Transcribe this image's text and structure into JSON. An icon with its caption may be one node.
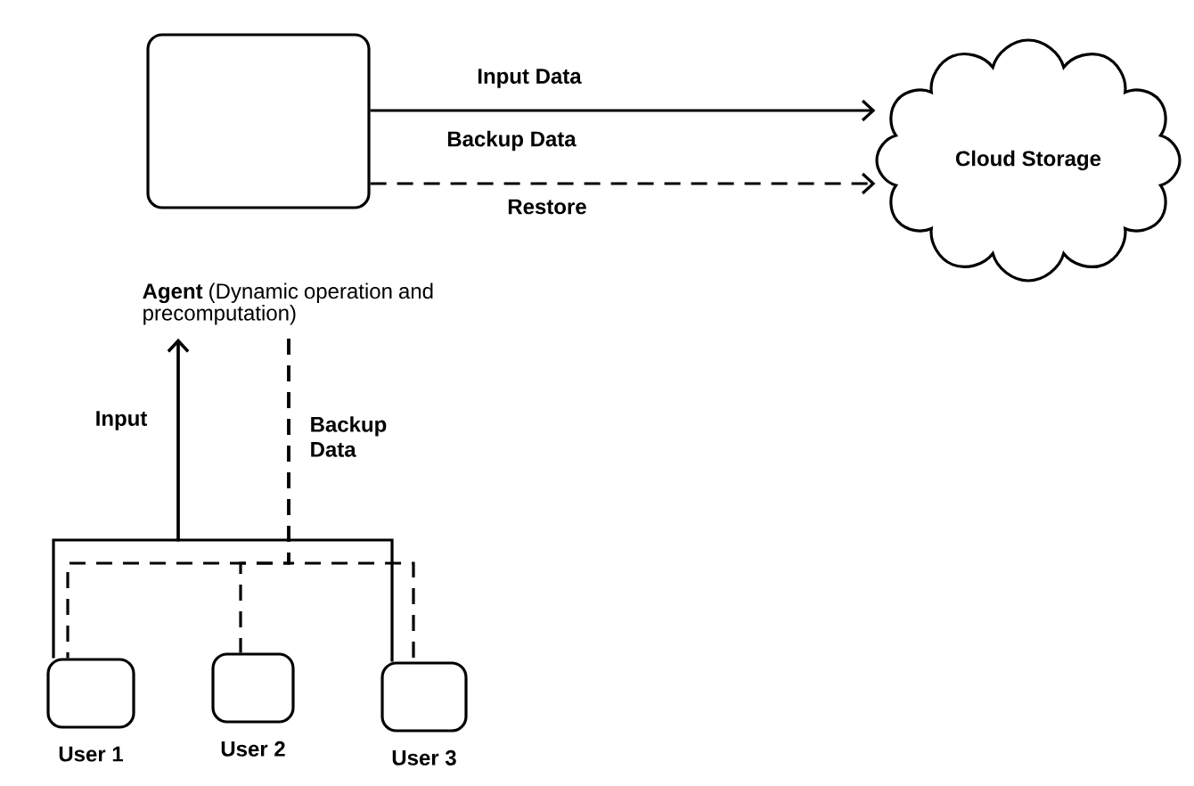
{
  "diagram": {
    "nodes": [
      {
        "text": [],
        "shape": "box"
      },
      {
        "text": [
          "Cloud Storage"
        ]
      },
      {
        "text": [
          "**Agent** (Dynamic operation and precomputation)"
        ]
      },
      {
        "text": [],
        "shape": "box",
        "beside": [
          "User 1"
        ]
      },
      {
        "text": [],
        "shape": "box",
        "beside": [
          "User 2"
        ]
      },
      {
        "text": [],
        "shape": "box",
        "beside": [
          "User 3"
        ]
      }
    ],
    "edges": [
      {
        "from": 0,
        "to": 1,
        "arrow": "to",
        "label": "Input Data"
      },
      {
        "from": 0,
        "to": 1,
        "arrow": "to",
        "label": "Backup Data",
        "style": "dashed"
      },
      {
        "from": 3,
        "to": 2,
        "arrow": "to",
        "label": "Input"
      },
      {
        "from": 5,
        "to": 2,
        "arrow": "to"
      },
      {
        "from": 3,
        "to": 2,
        "arrow": "none",
        "label": "Backup Data",
        "style": "dashed"
      },
      {
        "from": 4,
        "to": 2,
        "arrow": "none",
        "style": "dashed"
      },
      {
        "from": 5,
        "to": 2,
        "arrow": "none",
        "style": "dashed"
      }
    ],
    "labels": [
      "Restore"
    ]
  }
}
